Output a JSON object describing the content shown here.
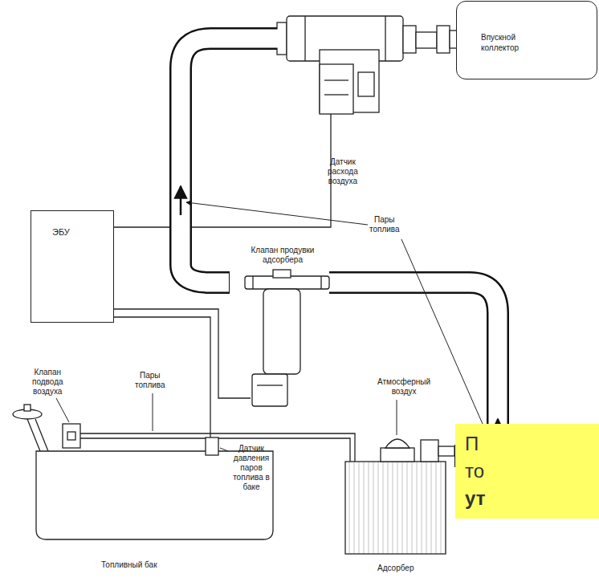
{
  "diagram": {
    "nodes": [
      {
        "text": [
          "Впускной коллектор"
        ]
      },
      {
        "text": [
          "ЭБУ"
        ]
      },
      {
        "text": [
          "П то",
          "ут"
        ]
      }
    ],
    "labels": [
      "Датчик расхода воздуха",
      "Пары топлива",
      "Клапан продувки адсорбера",
      "Атмосферный воздух",
      "Клапан подвода воздуха",
      "Пары топлива",
      "Датчик давления паров топлива в баке",
      "Топливный бак",
      "Адсорбер"
    ]
  }
}
